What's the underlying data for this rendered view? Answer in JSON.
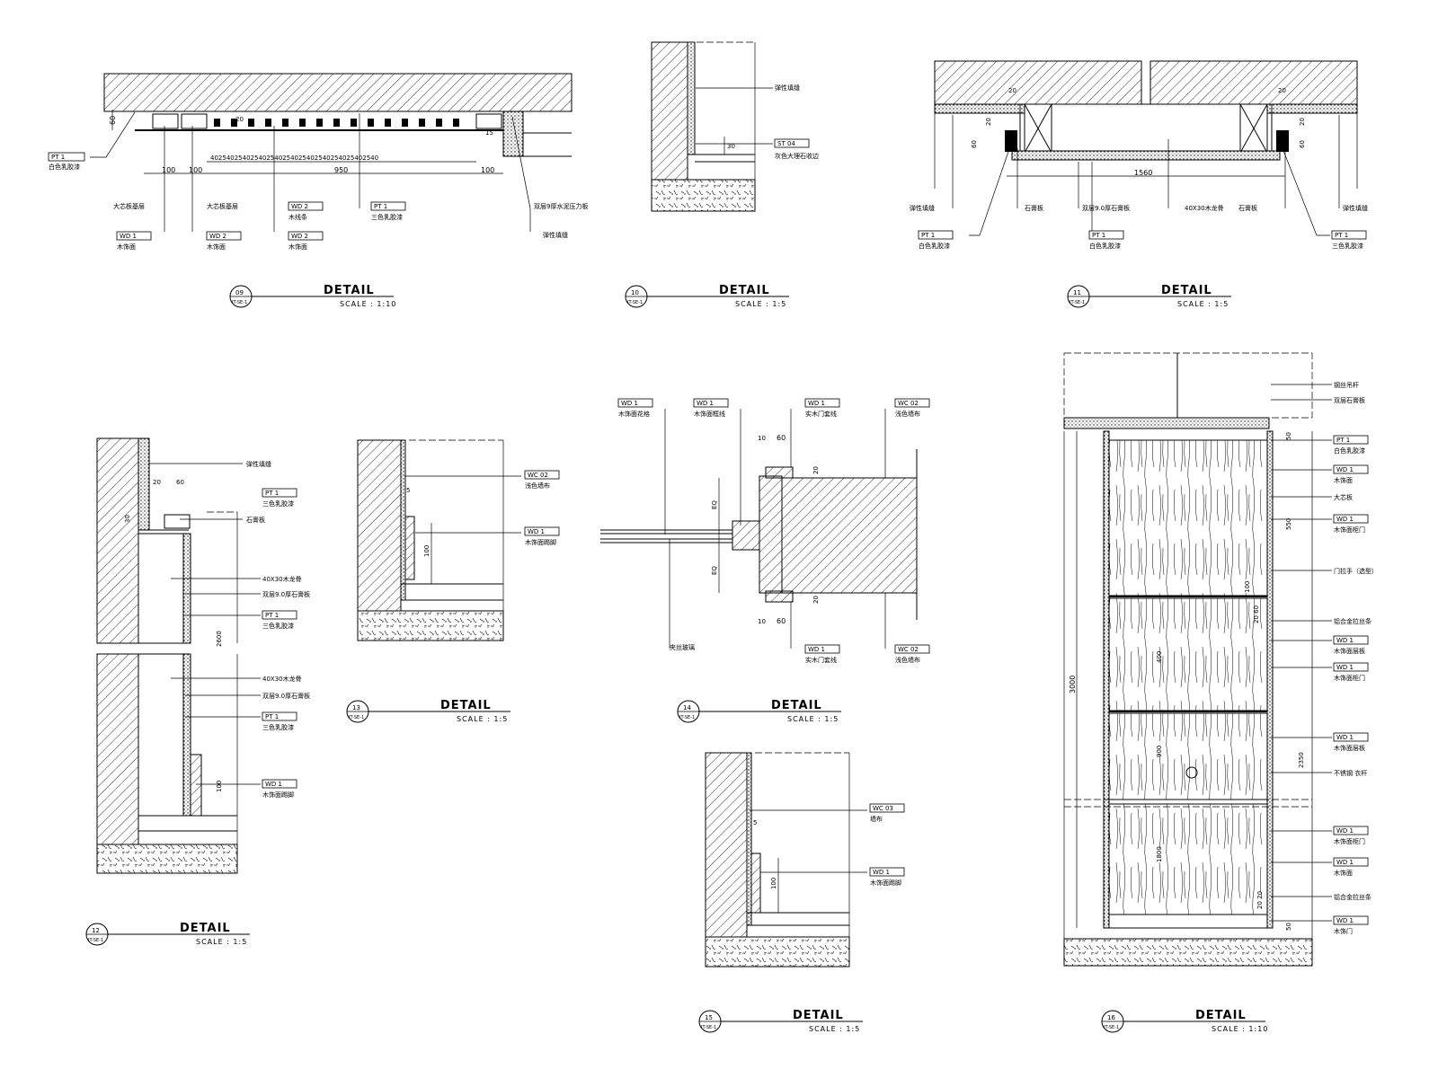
{
  "details": [
    {
      "id": "09",
      "title": "DETAIL",
      "scale": "SCALE :  1:10",
      "ref": "IT-SE-1"
    },
    {
      "id": "10",
      "title": "DETAIL",
      "scale": "SCALE :  1:5",
      "ref": "IT-SE-1"
    },
    {
      "id": "11",
      "title": "DETAIL",
      "scale": "SCALE :  1:5",
      "ref": "IT-SE-1"
    },
    {
      "id": "12",
      "title": "DETAIL",
      "scale": "SCALE :  1:5",
      "ref": "IT-SE-1"
    },
    {
      "id": "13",
      "title": "DETAIL",
      "scale": "SCALE :  1:5",
      "ref": "IT-SE-1"
    },
    {
      "id": "14",
      "title": "DETAIL",
      "scale": "SCALE :  1:5",
      "ref": "IT-SE-1"
    },
    {
      "id": "15",
      "title": "DETAIL",
      "scale": "SCALE :  1:5",
      "ref": "IT-SE-1"
    },
    {
      "id": "16",
      "title": "DETAIL",
      "scale": "SCALE :  1:10",
      "ref": "IT-SE-1"
    }
  ],
  "d09": {
    "dims": {
      "a": "60",
      "b": "100",
      "c": "100",
      "d": "950",
      "e": "100",
      "f": "15",
      "g": "20",
      "row": "402540254025402540254025402540254025402540"
    },
    "tags": {
      "pt1": "PT  1",
      "wd1": "WD  1",
      "wd2a": "WD  2",
      "wd2b": "WD  2",
      "pt1b": "PT  1"
    },
    "labels": {
      "white": "白色乳胶漆",
      "wood": "木饰面",
      "wood2": "木饰面",
      "wood3": "木饰面",
      "core1": "大芯板基层",
      "core2": "大芯板基层",
      "wood_line": "木线条",
      "three": "三色乳胶漆",
      "gypsum": "双层9厚水泥压力板",
      "seal": "弹性填缝"
    }
  },
  "d10": {
    "dims": {
      "a": "30"
    },
    "tags": {
      "st": "ST  04"
    },
    "labels": {
      "seal": "弹性填缝",
      "stone": "灰色大理石收边"
    }
  },
  "d11": {
    "dims": {
      "a": "20",
      "b": "20",
      "c": "60",
      "d": "20",
      "e": "20",
      "f": "60",
      "w": "1560"
    },
    "tags": {
      "pt1a": "PT  1",
      "pt1b": "PT  1",
      "pt1c": "PT  1"
    },
    "labels": {
      "seal1": "弹性填缝",
      "seal2": "弹性填缝",
      "seal3": "石膏板",
      "gypsum": "双层9.0厚石膏板",
      "keel": "40X30木龙骨",
      "gyp2": "石膏板",
      "white": "白色乳胶漆",
      "white2": "白色乳胶漆",
      "three": "三色乳胶漆"
    }
  },
  "d12": {
    "dims": {
      "a": "20",
      "b": "60",
      "c": "30",
      "d": "2600",
      "e": "100"
    },
    "tags": {
      "pt1a": "PT  1",
      "pt1b": "PT  1",
      "pt1c": "PT  1",
      "wd1": "WD  1"
    },
    "labels": {
      "seal": "弹性填缝",
      "three1": "三色乳胶漆",
      "gyp": "石膏板",
      "keel1": "40X30木龙骨",
      "gyp2": "双层9.0厚石膏板",
      "three2": "三色乳胶漆",
      "keel2": "40X30木龙骨",
      "gyp3": "双层9.0厚石膏板",
      "three3": "三色乳胶漆",
      "base": "木饰面踢脚"
    }
  },
  "d13": {
    "dims": {
      "a": "5",
      "b": "100"
    },
    "tags": {
      "wc": "WC  02",
      "wd": "WD  1"
    },
    "labels": {
      "fabric": "浅色墙布",
      "skirt": "木饰面踢脚"
    }
  },
  "d14": {
    "dims": {
      "a": "10",
      "b": "60",
      "c": "20",
      "d": "EQ",
      "e": "EQ",
      "f": "20",
      "g": "10",
      "h": "60"
    },
    "tags": {
      "wd1a": "WD  1",
      "wd1b": "WD  1",
      "wd1c": "WD  1",
      "wc1": "WC  02",
      "wd1d": "WD  1",
      "wc2": "WC  02"
    },
    "labels": {
      "l1": "木饰面花格",
      "l2": "木饰面框线",
      "l3": "实木门套线",
      "l4": "浅色墙布",
      "l5": "夹丝玻璃",
      "l6": "实木门套线",
      "l7": "浅色墙布"
    }
  },
  "d15": {
    "dims": {
      "a": "5",
      "b": "100"
    },
    "tags": {
      "wc": "WC  03",
      "wd": "WD  1"
    },
    "labels": {
      "fabric": "墙布",
      "skirt": "木饰面踢脚"
    }
  },
  "d16": {
    "dims": {
      "h": "3000",
      "a": "50",
      "b": "550",
      "c": "100",
      "d": "20 60",
      "e": "400",
      "f": "900",
      "g": "2350",
      "h2": "1800",
      "i": "20 20",
      "j": "50"
    },
    "tags": {
      "t1": "PT  1",
      "t2": "WD  1",
      "t3": "WD  1",
      "t4": "WD  1",
      "t5": "WD  1",
      "t6": "WD  1",
      "t7": "WD  1",
      "t8": "WD  1",
      "t9": "WD  1"
    },
    "labels": {
      "l1": "钢丝吊杆",
      "l2": "双层石膏板",
      "l3": "白色乳胶漆",
      "l4": "木饰面",
      "l5": "大芯板",
      "l6": "木饰面柜门",
      "l7": "门拉手（选型）",
      "l8": "铝合金拉丝条",
      "l9": "木饰面层板",
      "l10": "木饰面柜门",
      "l11": "木饰面层板",
      "l12": "不锈钢 衣杆",
      "l13": "木饰面柜门",
      "l14": "木饰面",
      "l15": "铝合金拉丝条",
      "l16": "木饰门"
    }
  }
}
